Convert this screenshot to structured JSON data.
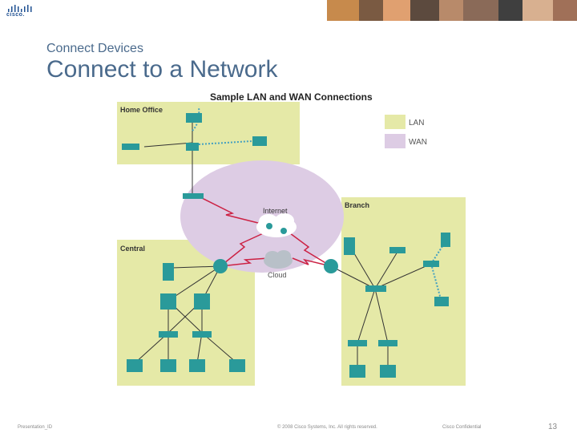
{
  "header": {
    "logo_text": "cisco.",
    "photo_colors": [
      "#c78a4c",
      "#7a5a42",
      "#e0a070",
      "#5c4a3e",
      "#b88a6a",
      "#8a6a58",
      "#3f3f3f",
      "#d8b090",
      "#a07058"
    ]
  },
  "slide": {
    "subtitle": "Connect Devices",
    "title": "Connect to a Network"
  },
  "diagram": {
    "title": "Sample LAN and WAN Connections",
    "legend": {
      "lan": "LAN",
      "wan": "WAN"
    },
    "areas": {
      "home_office": "Home Office",
      "branch": "Branch",
      "central": "Central"
    },
    "clouds": {
      "internet": "Internet",
      "cloud": "Cloud"
    },
    "colors": {
      "lan": "#e5e9a7",
      "wan": "#ddcce4",
      "device": "#2a9a9a",
      "wan_link": "#cc2244",
      "lan_link": "#333333",
      "wireless_link": "#44a0c0"
    }
  },
  "footer": {
    "left": "Presentation_ID",
    "center": "© 2008 Cisco Systems, Inc. All rights reserved.",
    "right": "Cisco Confidential",
    "page": "13"
  }
}
